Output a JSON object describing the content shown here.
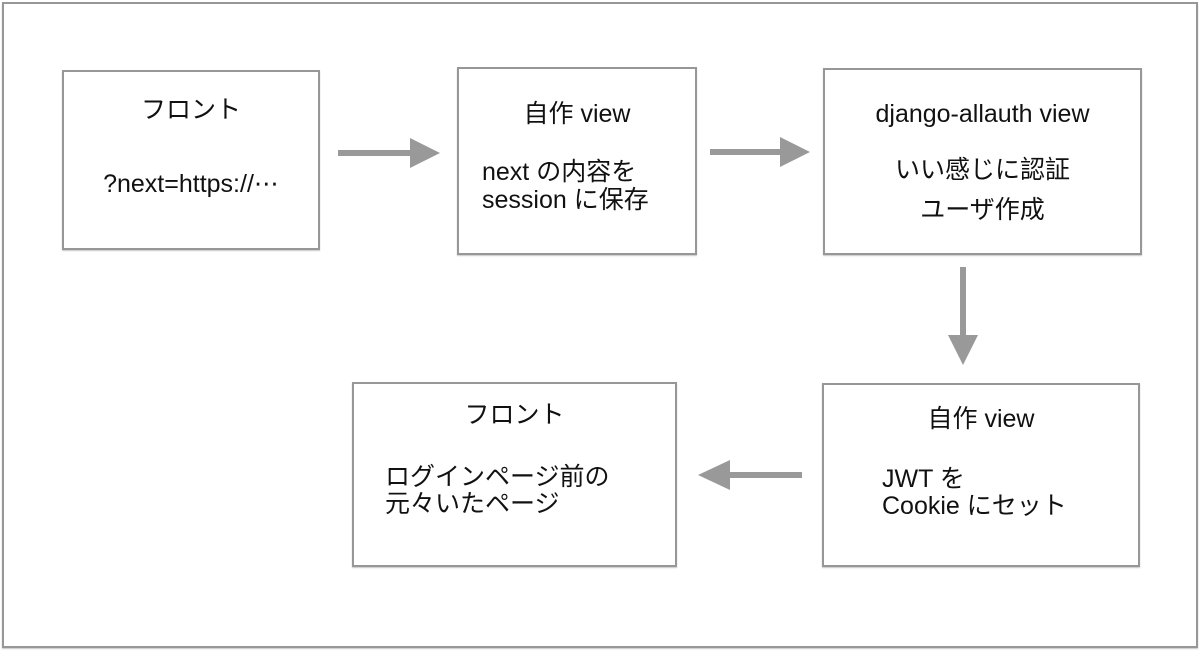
{
  "colors": {
    "background": "#ffffff",
    "boxBorder": "#979797",
    "arrow": "#999999",
    "text": "#111111"
  },
  "diagram": {
    "boxes": [
      {
        "title": "フロント",
        "lines": [
          "?next=https://⋯"
        ]
      },
      {
        "title": "自作 view",
        "lines": [
          "next の内容を",
          "session に保存"
        ]
      },
      {
        "title": "django-allauth view",
        "lines": [
          "いい感じに認証",
          "ユーザ作成"
        ]
      },
      {
        "title": "自作 view",
        "lines": [
          "JWT を",
          "Cookie にセット"
        ]
      },
      {
        "title": "フロント",
        "lines": [
          "ログインページ前の",
          "元々いたページ"
        ]
      }
    ],
    "arrows": [
      {
        "direction": "right",
        "from": "フロント",
        "to": "自作 view"
      },
      {
        "direction": "right",
        "from": "自作 view",
        "to": "django-allauth view"
      },
      {
        "direction": "down",
        "from": "django-allauth view",
        "to": "自作 view"
      },
      {
        "direction": "left",
        "from": "自作 view",
        "to": "フロント"
      }
    ]
  }
}
